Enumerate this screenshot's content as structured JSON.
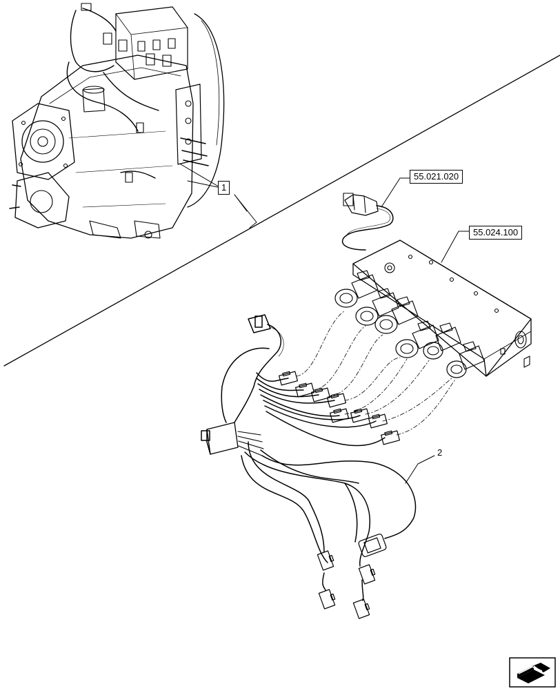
{
  "callouts": {
    "item_1": "1",
    "item_2": "2",
    "ref_speed_sensor": "55.021.020",
    "ref_valve_block": "55.024.100"
  },
  "icons": {
    "navigation": "next-page-arrow-icon"
  }
}
